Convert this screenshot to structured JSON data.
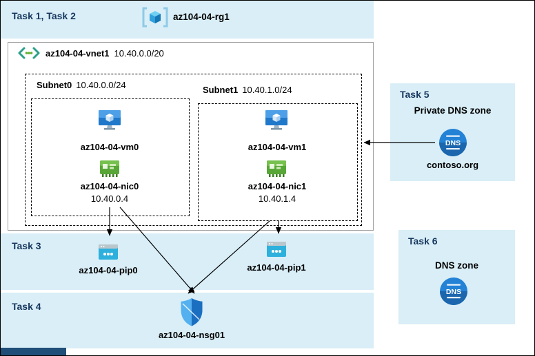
{
  "header": {
    "tasks_label": "Task 1, Task 2",
    "resource_group": "az104-04-rg1"
  },
  "vnet": {
    "name": "az104-04-vnet1",
    "cidr": "10.40.0.0/20"
  },
  "subnets": {
    "subnet0": {
      "name": "Subnet0",
      "cidr": "10.40.0.0/24",
      "vm": "az104-04-vm0",
      "nic": "az104-04-nic0",
      "ip": "10.40.0.4"
    },
    "subnet1": {
      "name": "Subnet1",
      "cidr": "10.40.1.0/24",
      "vm": "az104-04-vm1",
      "nic": "az104-04-nic1",
      "ip": "10.40.1.4"
    }
  },
  "task3": {
    "label": "Task 3",
    "pip0": "az104-04-pip0",
    "pip1": "az104-04-pip1"
  },
  "task4": {
    "label": "Task 4",
    "nsg": "az104-04-nsg01"
  },
  "task5": {
    "label": "Task 5",
    "title": "Private DNS zone",
    "zone": "contoso.org"
  },
  "task6": {
    "label": "Task 6",
    "title": "DNS zone"
  },
  "dns_icon_label": "DNS",
  "icons": {
    "resource_group": "resource-group-icon",
    "vnet": "virtual-network-icon",
    "vm": "virtual-machine-icon",
    "nic": "network-interface-icon",
    "pip": "public-ip-icon",
    "nsg": "network-security-group-shield-icon",
    "dns": "dns-zone-icon"
  },
  "colors": {
    "band_blue": "#d9eef7",
    "task_label_navy": "#17375e",
    "bottom_strip_navy": "#1f4e79",
    "vm_blue": "#1f78ca",
    "nic_green": "#57a636",
    "pip_cyan": "#2eb0dd",
    "nsg_blue": "#2f8fe0",
    "dns_blue": "#1b72c0"
  }
}
